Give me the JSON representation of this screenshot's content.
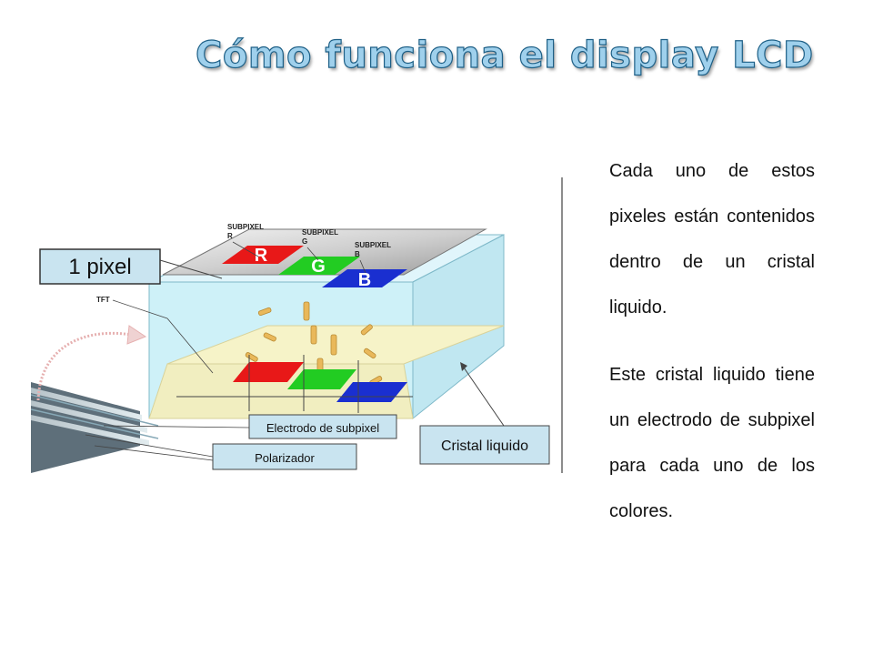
{
  "slide": {
    "title": "Cómo funciona el display LCD",
    "paragraphs": [
      "Cada uno de estos pixeles están contenidos dentro de un cristal liquido.",
      "Este cristal liquido tiene un electrodo de subpixel para cada uno de los colores."
    ]
  },
  "diagram": {
    "labels": {
      "pixel": "1 pixel",
      "subpixel_r": [
        "SUBPIXEL",
        "R"
      ],
      "subpixel_g": [
        "SUBPIXEL",
        "G"
      ],
      "subpixel_b": [
        "SUBPIXEL",
        "B"
      ],
      "tft": "TFT",
      "electrodo": "Electrodo de subpixel",
      "polarizador": "Polarizador",
      "cristal": "Cristal liquido"
    },
    "subpixels": [
      {
        "letter": "R",
        "color": "#e81818"
      },
      {
        "letter": "G",
        "color": "#22cc22"
      },
      {
        "letter": "B",
        "color": "#1a2fd0"
      }
    ],
    "colors": {
      "glass": "#c6eef7",
      "glass_edge": "#7fb9c9",
      "base": "#f6f3c8",
      "label_box": "#c9e4f0",
      "crystal_rod": "#e9b85a"
    }
  }
}
